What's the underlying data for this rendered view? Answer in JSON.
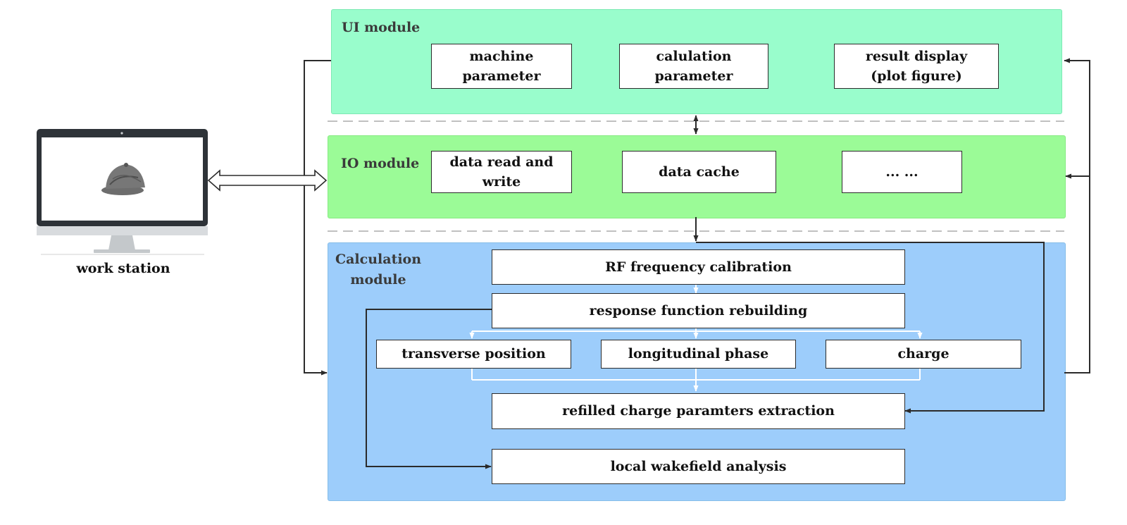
{
  "workstation": {
    "label": "work station"
  },
  "ui_module": {
    "title": "UI module",
    "boxes": [
      "machine\nparameter",
      "calulation\nparameter",
      "result display\n(plot figure)"
    ]
  },
  "io_module": {
    "title": "IO module",
    "boxes": [
      "data read and\nwrite",
      "data cache",
      "... ..."
    ]
  },
  "calc_module": {
    "title": "Calculation\nmodule",
    "rf_calibration": "RF frequency calibration",
    "response_rebuild": "response function rebuilding",
    "transverse": "transverse position",
    "longitudinal": "longitudinal phase",
    "charge": "charge",
    "refilled": "refilled charge paramters extraction",
    "wakefield": "local wakefield analysis"
  },
  "colors": {
    "ui_panel": "#99fdcc",
    "io_panel": "#9bfb97",
    "calc_panel": "#9dcdfb",
    "line": "#2b2b2b"
  }
}
